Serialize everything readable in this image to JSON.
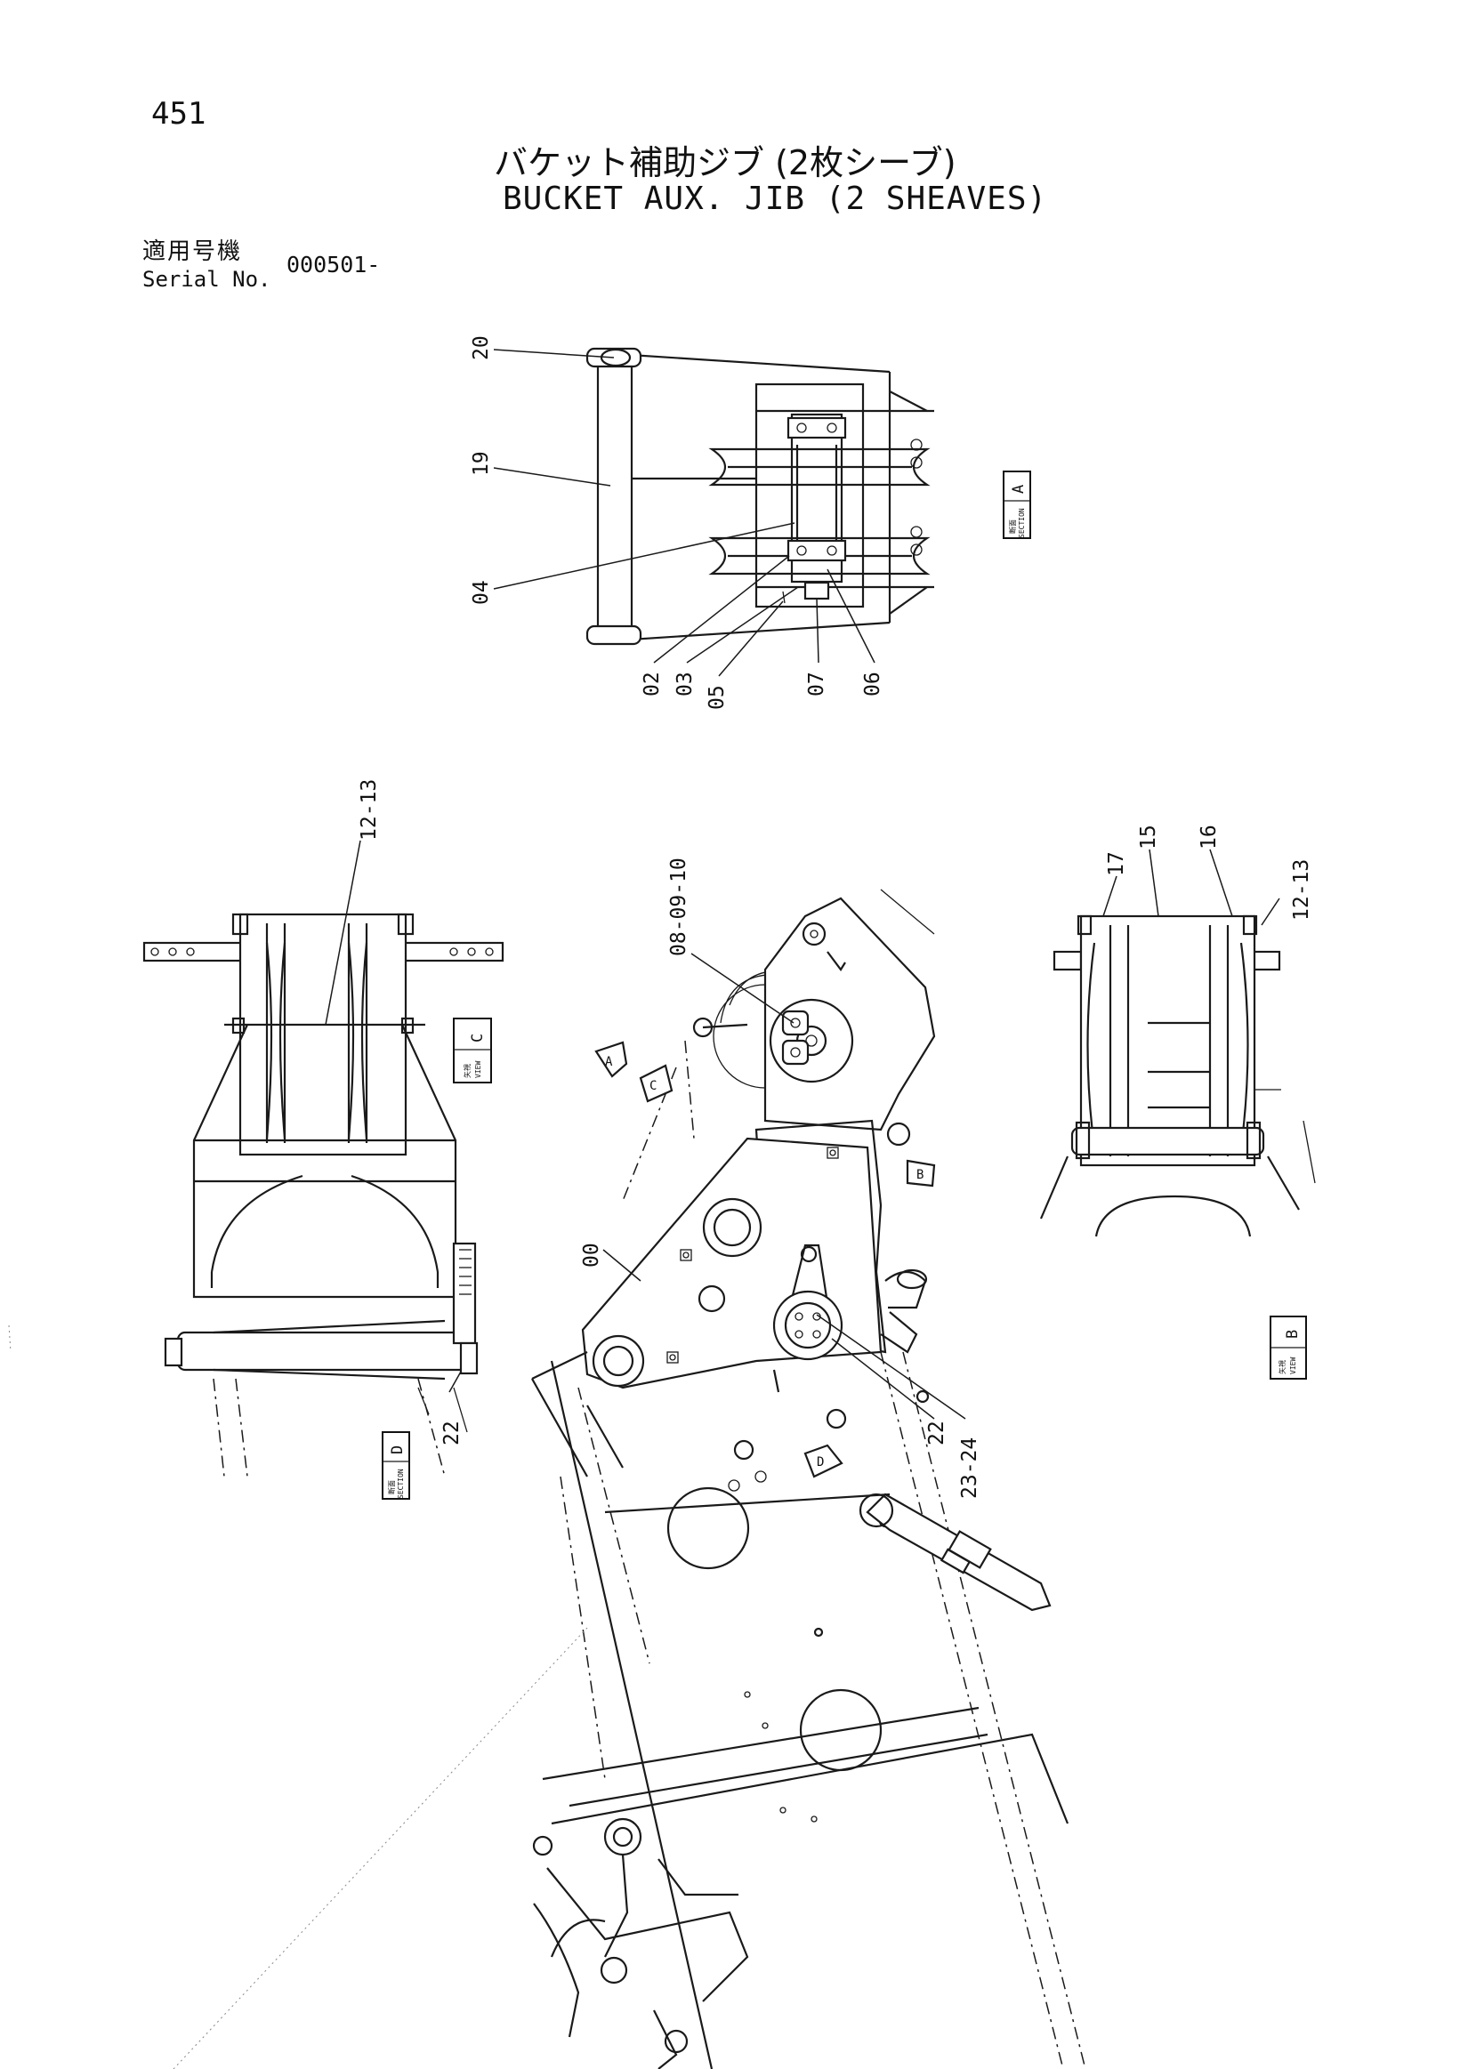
{
  "header": {
    "page_number": "451",
    "title_jp": "バケット補助ジブ (2枚シーブ)",
    "title_en": "BUCKET AUX. JIB (2 SHEAVES)",
    "applicable_label": "適用号機",
    "serial_label": "Serial No.",
    "serial_value": "000501-"
  },
  "callouts": {
    "c20": "20",
    "c19": "19",
    "c04": "04",
    "c02": "02",
    "c03": "03",
    "c05": "05",
    "c07": "07",
    "c06": "06",
    "c12_13_left": "12-13",
    "c08_09_10": "08-09-10",
    "c17": "17",
    "c15": "15",
    "c16": "16",
    "c12_13_right": "12-13",
    "c00": "00",
    "c22_left": "22",
    "c22_center": "22",
    "c23_24": "23-24"
  },
  "views": {
    "section_a": {
      "kind_jp": "断面",
      "kind_en": "SECTION",
      "letter": "A"
    },
    "view_c": {
      "kind_jp": "矢視",
      "kind_en": "VIEW",
      "letter": "C"
    },
    "section_d": {
      "kind_jp": "断面",
      "kind_en": "SECTION",
      "letter": "D"
    },
    "view_b": {
      "kind_jp": "矢視",
      "kind_en": "VIEW",
      "letter": "B"
    }
  },
  "view_arrows": {
    "a": "A",
    "b": "B",
    "c": "C",
    "d": "D"
  }
}
